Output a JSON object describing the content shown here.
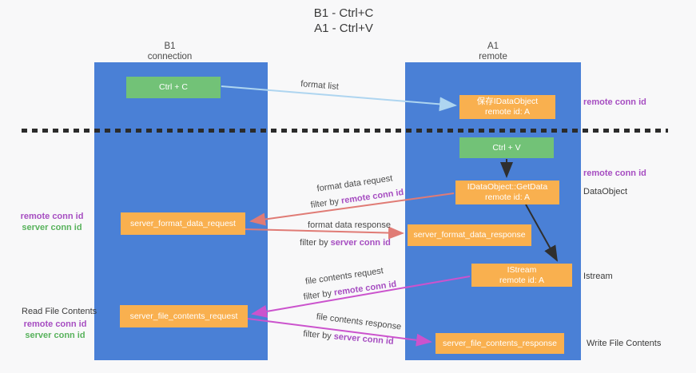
{
  "title": {
    "line1": "B1 - Ctrl+C",
    "line2": "A1 - Ctrl+V"
  },
  "columns": {
    "left": {
      "header_line1": "B1",
      "header_line2": "connection"
    },
    "right": {
      "header_line1": "A1",
      "header_line2": "remote"
    }
  },
  "nodes": {
    "ctrl_c": {
      "label": "Ctrl + C"
    },
    "save_dataobject": {
      "line1": "保存IDataObject",
      "line2": "remote id: A"
    },
    "ctrl_v": {
      "label": "Ctrl + V"
    },
    "getdata": {
      "line1": "IDataObject::GetData",
      "line2": "remote id: A"
    },
    "format_request": {
      "label": "server_format_data_request"
    },
    "format_response": {
      "label": "server_format_data_response"
    },
    "istream": {
      "line1": "IStream",
      "line2": "remote id: A"
    },
    "file_request": {
      "label": "server_file_contents_request"
    },
    "file_response": {
      "label": "server_file_contents_response"
    }
  },
  "edge_labels": {
    "format_list": "format list",
    "format_data_request": "format data request",
    "filter_remote_1": {
      "prefix": "filter by ",
      "highlight": "remote conn id"
    },
    "format_data_response": "format data response",
    "filter_server_1": {
      "prefix": "filter by ",
      "highlight": "server conn id"
    },
    "file_contents_request": "file contents request",
    "filter_remote_2": {
      "prefix": "filter by ",
      "highlight": "remote conn id"
    },
    "file_contents_response": "file contents response",
    "filter_server_2": {
      "prefix": "filter by ",
      "highlight": "server conn id"
    }
  },
  "side_labels": {
    "right_remote_1": "remote conn id",
    "right_remote_2": "remote conn id",
    "dataobject": "DataObject",
    "istream": "Istream",
    "write_file": "Write File Contents",
    "left_remote_1": "remote conn id",
    "left_server_1": "server conn id",
    "read_file": "Read File Contents",
    "left_remote_2": "remote conn id",
    "left_server_2": "server conn id"
  },
  "colors": {
    "column_blue": "#4a80d6",
    "box_orange": "#f9b04f",
    "box_green": "#72c277",
    "purple_text": "#a64dc1",
    "green_text": "#58b25c",
    "dash_black": "#2b2b2b",
    "arrow_blue": "#aed5f0",
    "arrow_red": "#e07b75",
    "arrow_magenta": "#cb53cd",
    "arrow_black": "#2f2f2f"
  }
}
